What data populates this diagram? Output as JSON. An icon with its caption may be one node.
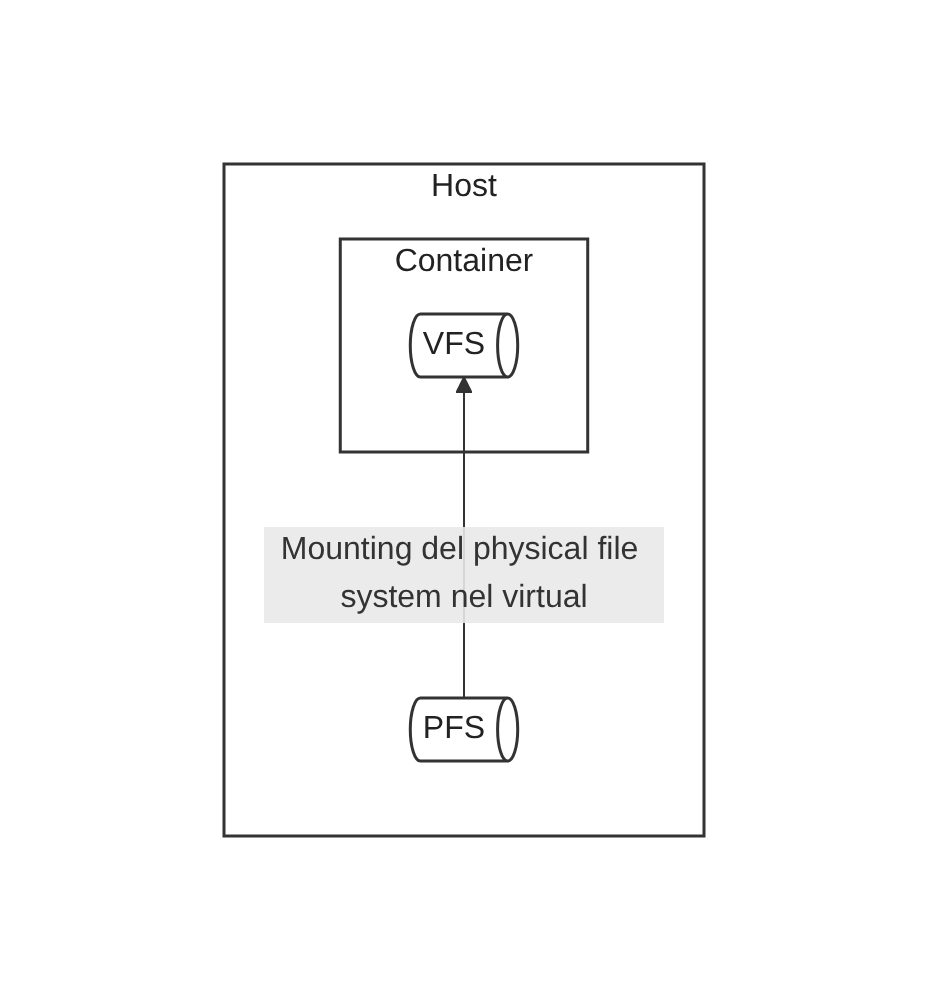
{
  "diagram": {
    "nodes": [
      {
        "text": [
          "Host"
        ]
      },
      {
        "text": [
          "Container"
        ],
        "in": 0
      },
      {
        "text": [
          "VFS"
        ],
        "in": 1
      },
      {
        "text": [
          "PFS"
        ],
        "in": 0
      }
    ],
    "edges": [
      {
        "from": 3,
        "to": 2,
        "arrow": "to",
        "label": "Mounting del physical file system nel virtual"
      }
    ]
  }
}
